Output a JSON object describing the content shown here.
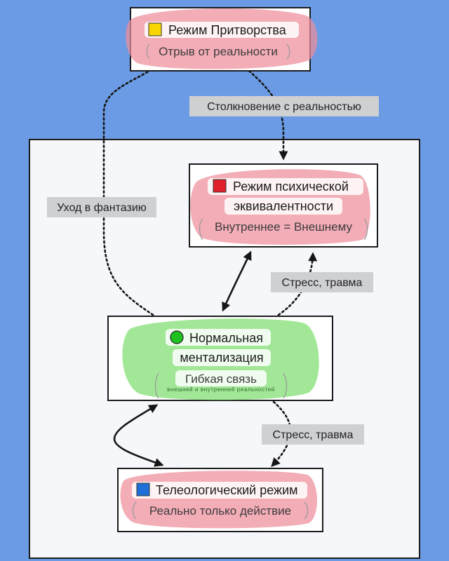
{
  "nodes": {
    "pretend": {
      "title": "Режим Притворства",
      "subtitle": "Отрыв от реальности",
      "marker_color": "#f7d500"
    },
    "psychic": {
      "title_line1": "Режим психической",
      "title_line2": "эквивалентности",
      "subtitle": "Внутреннее = Внешнему",
      "marker_color": "#e0202a"
    },
    "normal": {
      "title_line1": "Нормальная",
      "title_line2": "ментализация",
      "subtitle": "Гибкая связь",
      "caption": "внешней и внутренней реальностей",
      "marker_color": "#1fc21f"
    },
    "teleo": {
      "title": "Телеологический режим",
      "subtitle": "Реально только действие",
      "marker_color": "#1f6fd6"
    }
  },
  "edges": {
    "collision": "Столкновение с реальностью",
    "fantasy": "Уход в фантазию",
    "stress_upper": "Стресс, травма",
    "stress_lower": "Стресс, травма"
  },
  "colors": {
    "background": "#6a9be4",
    "highlight_red": "#ef8e9b",
    "highlight_green": "#7ede6f",
    "label_background": "#cfd0d2"
  }
}
